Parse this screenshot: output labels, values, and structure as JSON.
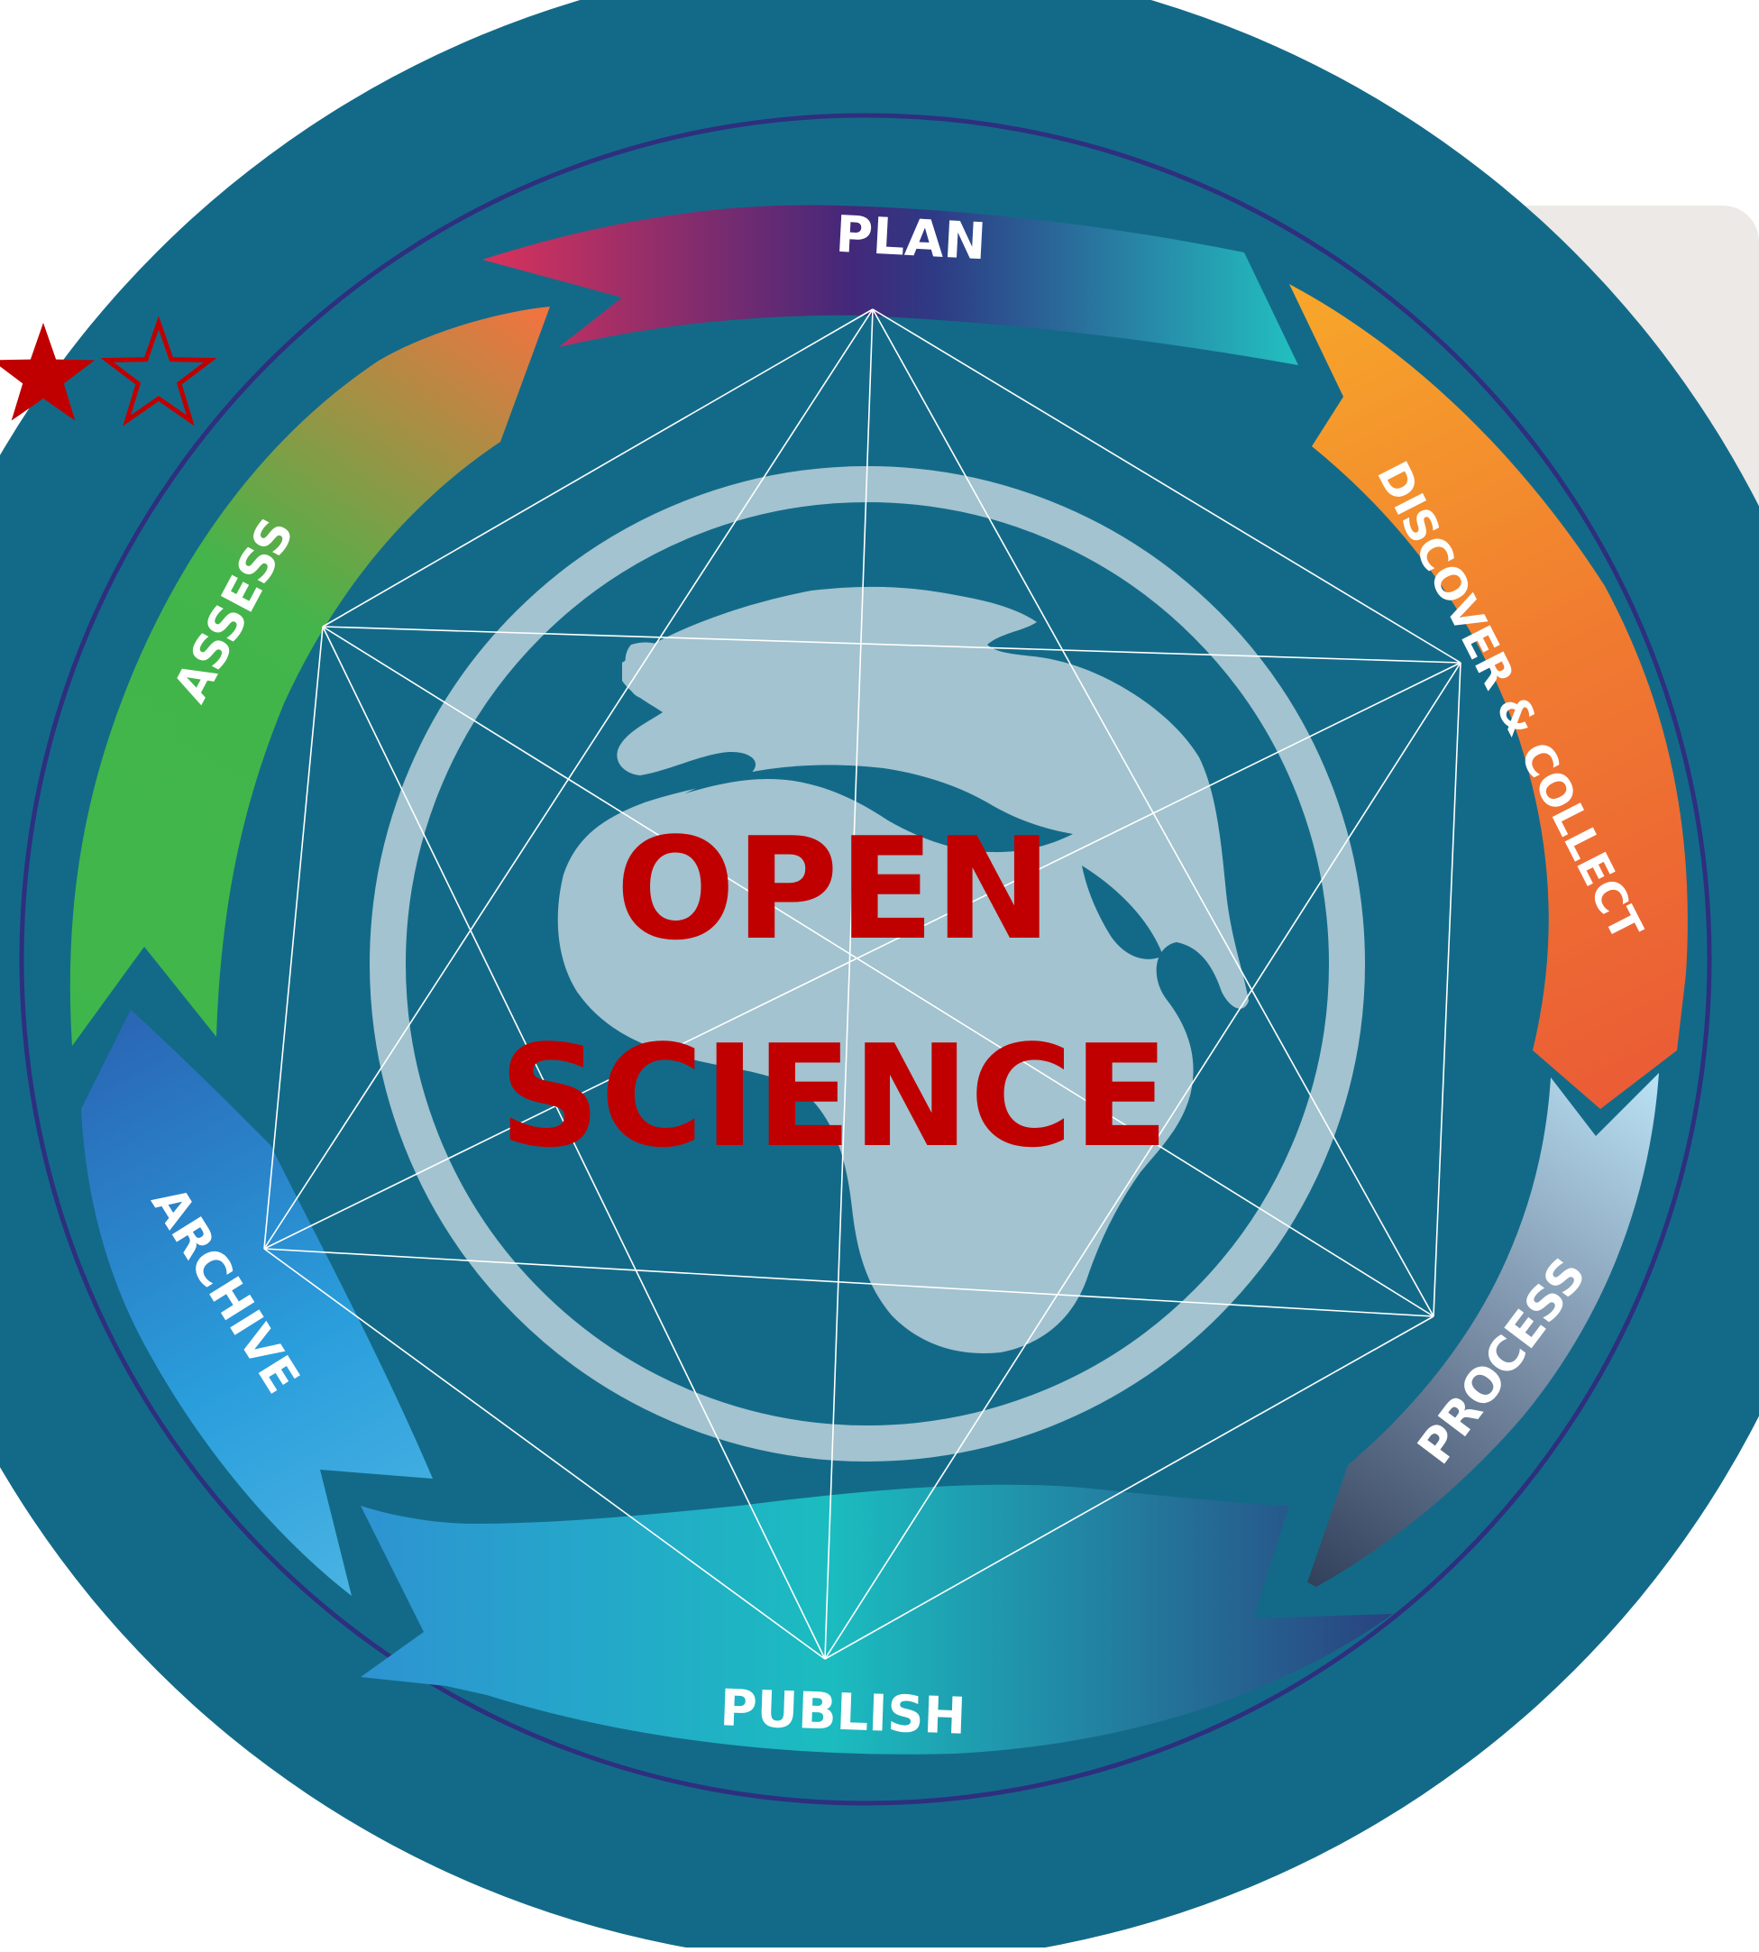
{
  "title": {
    "line1": "OPEN",
    "line2": "SCIENCE"
  },
  "stages": [
    {
      "id": "plan",
      "label": "PLAN"
    },
    {
      "id": "discover",
      "label": "DISCOVER & COLLECT"
    },
    {
      "id": "process",
      "label": "PROCESS"
    },
    {
      "id": "publish",
      "label": "PUBLISH"
    },
    {
      "id": "archive",
      "label": "ARCHIVE"
    },
    {
      "id": "assess",
      "label": "ASSESS"
    }
  ],
  "rating": {
    "filled": 1,
    "total": 2
  },
  "colors": {
    "disc": "#136a88",
    "globe": "#a2c3cf",
    "title": "#c00000",
    "star": "#c00000",
    "ring_line": "#2e2f7e",
    "panel": "#ece9e6",
    "label": "#ffffff",
    "web_lines": "#ffffff"
  },
  "icons": {
    "center": "globe-icon",
    "rating": "star-icon"
  }
}
